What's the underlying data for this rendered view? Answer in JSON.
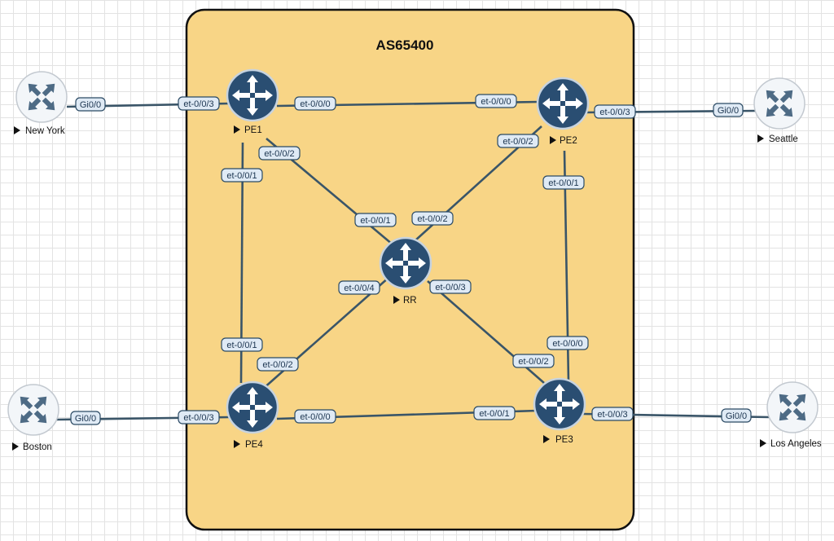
{
  "diagram": {
    "as_title": "AS65400",
    "routers": [
      {
        "id": "PE1",
        "label": "PE1"
      },
      {
        "id": "PE2",
        "label": "PE2"
      },
      {
        "id": "PE3",
        "label": "PE3"
      },
      {
        "id": "PE4",
        "label": "PE4"
      },
      {
        "id": "RR",
        "label": "RR"
      }
    ],
    "customer_routers": [
      {
        "id": "NY",
        "label": "New York"
      },
      {
        "id": "SEA",
        "label": "Seattle"
      },
      {
        "id": "BOS",
        "label": "Boston"
      },
      {
        "id": "LA",
        "label": "Los Angeles"
      }
    ],
    "links": [
      {
        "from": "NY",
        "to": "PE1",
        "from_if": "Gi0/0",
        "to_if": "et-0/0/3"
      },
      {
        "from": "PE1",
        "to": "PE2",
        "from_if": "et-0/0/0",
        "to_if": "et-0/0/0"
      },
      {
        "from": "PE2",
        "to": "SEA",
        "from_if": "et-0/0/3",
        "to_if": "Gi0/0"
      },
      {
        "from": "PE1",
        "to": "RR",
        "from_if": "et-0/0/2",
        "to_if": "et-0/0/1"
      },
      {
        "from": "PE2",
        "to": "RR",
        "from_if": "et-0/0/2",
        "to_if": "et-0/0/2"
      },
      {
        "from": "PE1",
        "to": "PE4",
        "from_if": "et-0/0/1",
        "to_if": "et-0/0/1"
      },
      {
        "from": "PE2",
        "to": "PE3",
        "from_if": "et-0/0/1",
        "to_if": "et-0/0/0"
      },
      {
        "from": "RR",
        "to": "PE4",
        "from_if": "et-0/0/4",
        "to_if": "et-0/0/2"
      },
      {
        "from": "RR",
        "to": "PE3",
        "from_if": "et-0/0/3",
        "to_if": "et-0/0/2"
      },
      {
        "from": "BOS",
        "to": "PE4",
        "from_if": "Gi0/0",
        "to_if": "et-0/0/3"
      },
      {
        "from": "PE4",
        "to": "PE3",
        "from_if": "et-0/0/0",
        "to_if": "et-0/0/1"
      },
      {
        "from": "PE3",
        "to": "LA",
        "from_if": "et-0/0/3",
        "to_if": "Gi0/0"
      }
    ],
    "colors": {
      "as_fill": "#f8d586",
      "router": "#2a4e72",
      "link": "#3a5568",
      "label_fill": "#dfeaf5"
    }
  }
}
